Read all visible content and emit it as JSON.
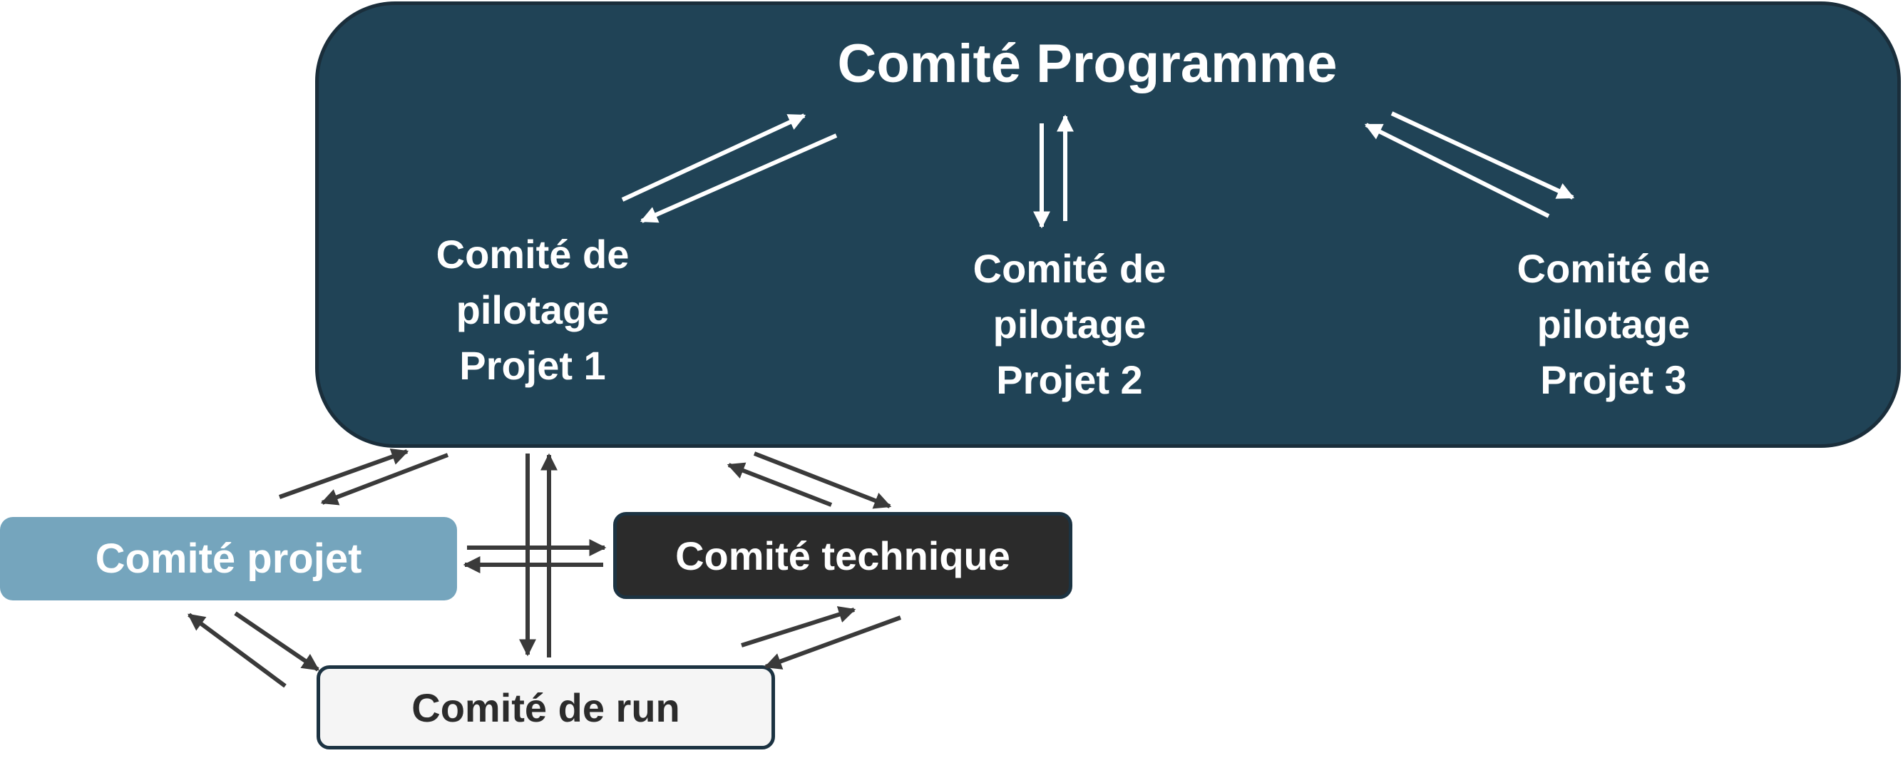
{
  "programme": {
    "title": "Comité Programme",
    "steering_committees": [
      {
        "line1": "Comité de",
        "line2": "pilotage",
        "line3": "Projet 1"
      },
      {
        "line1": "Comité de",
        "line2": "pilotage",
        "line3": "Projet 2"
      },
      {
        "line1": "Comité de",
        "line2": "pilotage",
        "line3": "Projet 3"
      }
    ]
  },
  "committees": {
    "projet": "Comité projet",
    "technique": "Comité technique",
    "run": "Comité de run"
  },
  "colors": {
    "programme_fill": "#204356",
    "projet_fill": "#75a5bd",
    "technique_fill": "#2b2b2b",
    "run_fill": "#f5f5f5",
    "arrow_light": "#ffffff",
    "arrow_dark": "#3a3a3a"
  }
}
